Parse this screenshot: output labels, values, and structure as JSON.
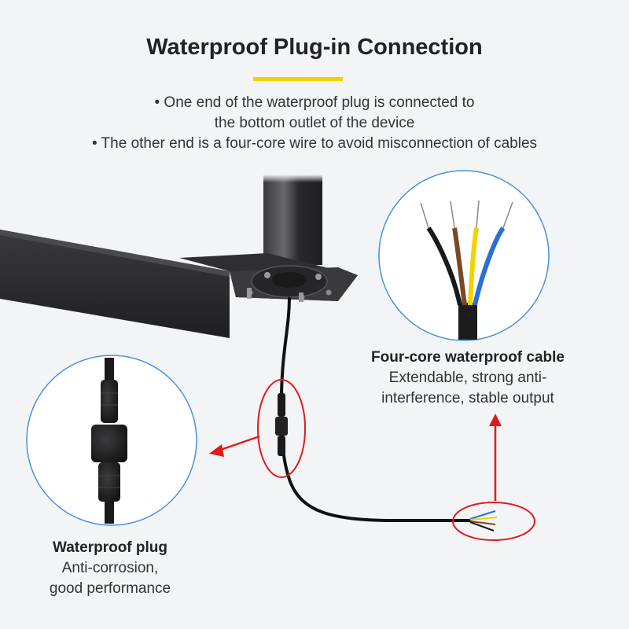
{
  "header": {
    "title": "Waterproof Plug-in Connection",
    "accent_color": "#f3d000"
  },
  "bullets": [
    "• One end of the waterproof plug is connected to",
    "the bottom outlet of the device",
    "• The other end is a four-core wire to avoid misconnection of cables"
  ],
  "callouts": {
    "cable": {
      "title": "Four-core waterproof cable",
      "line1": "Extendable, strong anti-",
      "line2": "interference, stable output"
    },
    "plug": {
      "title": "Waterproof plug",
      "line1": "Anti-corrosion,",
      "line2": "good performance"
    }
  },
  "colors": {
    "highlight_red": "#e0191f",
    "zoom_circle": "#4a90d9",
    "device_dark": "#2a2a2c",
    "wire_brown": "#7a4a26",
    "wire_blue": "#2a6fd6",
    "wire_yellow": "#f2d200",
    "wire_black": "#1a1a1a"
  }
}
